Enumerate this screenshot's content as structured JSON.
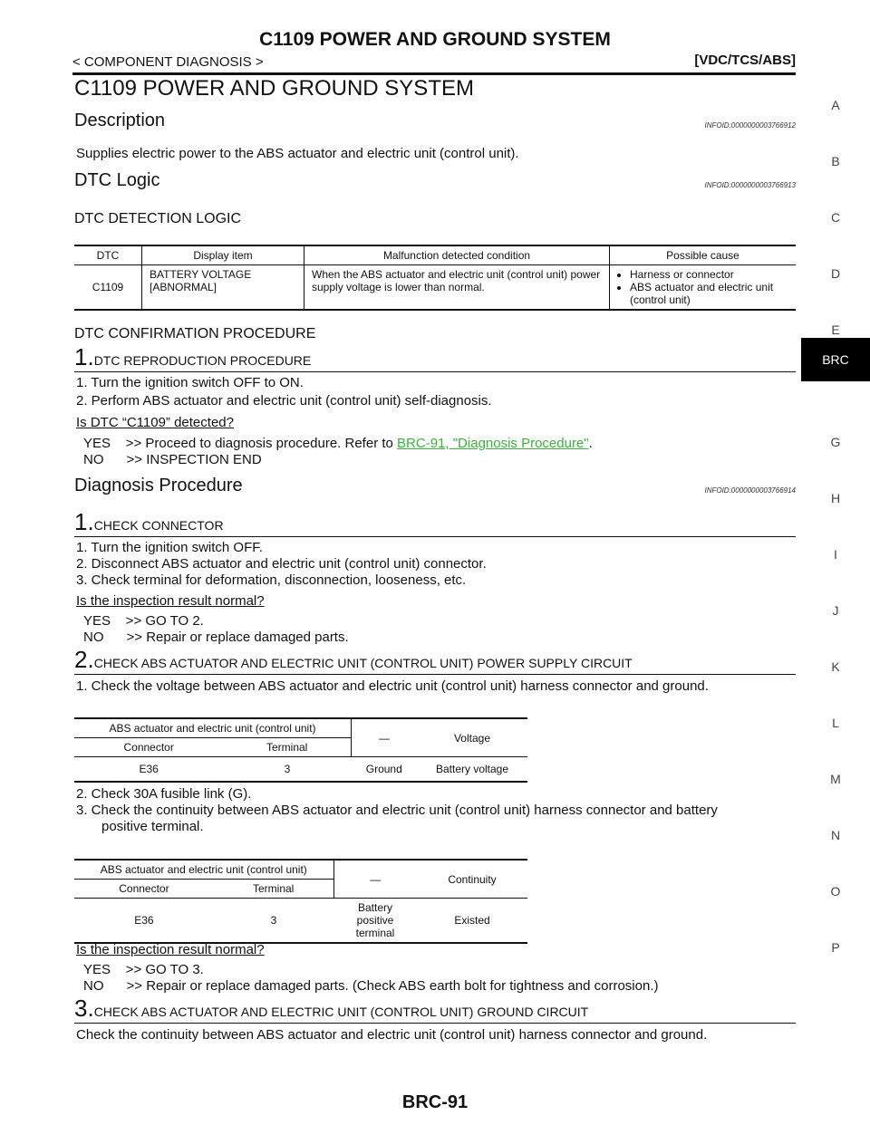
{
  "header": {
    "title": "C1109 POWER AND GROUND SYSTEM",
    "breadcrumb": "< COMPONENT DIAGNOSIS >",
    "system": "[VDC/TCS/ABS]"
  },
  "page_title": "C1109 POWER AND GROUND SYSTEM",
  "description": {
    "heading": "Description",
    "infoid": "INFOID:0000000003766912",
    "text": "Supplies electric power to the ABS actuator and electric unit (control unit)."
  },
  "dtc_logic": {
    "heading": "DTC Logic",
    "infoid": "INFOID:0000000003766913",
    "detection_heading": "DTC DETECTION LOGIC",
    "table": {
      "headers": [
        "DTC",
        "Display item",
        "Malfunction detected condition",
        "Possible cause"
      ],
      "row": {
        "dtc": "C1109",
        "display_item": "BATTERY VOLTAGE [ABNORMAL]",
        "condition": "When the ABS actuator and electric unit (control unit) power supply voltage is lower than normal.",
        "causes": [
          "Harness or connector",
          "ABS actuator and electric unit (control unit)"
        ]
      }
    },
    "confirmation_heading": "DTC CONFIRMATION PROCEDURE",
    "step1": {
      "num": "1.",
      "title": "DTC REPRODUCTION PROCEDURE",
      "lines": [
        "1. Turn the ignition switch OFF to ON.",
        "2. Perform ABS actuator and electric unit (control unit) self-diagnosis."
      ],
      "question": "Is DTC “C1109” detected?",
      "yes": "YES    >> Proceed to diagnosis procedure. Refer to ",
      "yes_link": "BRC-91, \"Diagnosis Procedure\"",
      "yes_end": ".",
      "no": "NO      >> INSPECTION END"
    }
  },
  "diagnosis": {
    "heading": "Diagnosis Procedure",
    "infoid": "INFOID:0000000003766914",
    "step1": {
      "num": "1.",
      "title": "CHECK CONNECTOR",
      "lines": [
        "1. Turn the ignition switch OFF.",
        "2. Disconnect ABS actuator and electric unit (control unit) connector.",
        "3. Check terminal for deformation, disconnection, looseness, etc."
      ],
      "question": "Is the inspection result normal?",
      "yes": "YES    >> GO TO 2.",
      "no": "NO      >> Repair or replace damaged parts."
    },
    "step2": {
      "num": "2.",
      "title": "CHECK ABS ACTUATOR AND ELECTRIC UNIT (CONTROL UNIT) POWER SUPPLY CIRCUIT",
      "line1": "1. Check the voltage between ABS actuator and electric unit (control unit) harness connector and ground.",
      "table1": {
        "group": "ABS actuator and electric unit (control unit)",
        "connector": "Connector",
        "terminal": "Terminal",
        "dash": "—",
        "result_header": "Voltage",
        "row": [
          "E36",
          "3",
          "Ground",
          "Battery voltage"
        ]
      },
      "line2": "2. Check 30A fusible link (G).",
      "line3a": "3. Check the continuity between ABS actuator and electric unit (control unit) harness connector and battery",
      "line3b": "positive terminal.",
      "table2": {
        "group": "ABS actuator and electric unit (control unit)",
        "connector": "Connector",
        "terminal": "Terminal",
        "dash": "—",
        "result_header": "Continuity",
        "row": [
          "E36",
          "3",
          "Battery positive terminal",
          "Existed"
        ]
      },
      "question": "Is the inspection result normal?",
      "yes": "YES    >> GO TO 3.",
      "no": "NO      >> Repair or replace damaged parts. (Check ABS earth bolt for tightness and corrosion.)"
    },
    "step3": {
      "num": "3.",
      "title": "CHECK ABS ACTUATOR AND ELECTRIC UNIT (CONTROL UNIT) GROUND CIRCUIT",
      "line1": "Check the continuity between ABS actuator and electric unit (control unit) harness connector and ground."
    }
  },
  "side_index": [
    "A",
    "B",
    "C",
    "D",
    "E",
    "BRC",
    "G",
    "H",
    "I",
    "J",
    "K",
    "L",
    "M",
    "N",
    "O",
    "P"
  ],
  "active_index": "BRC",
  "footer": "BRC-91",
  "colors": {
    "link": "#3bb33b",
    "active_tab": "#000000"
  }
}
